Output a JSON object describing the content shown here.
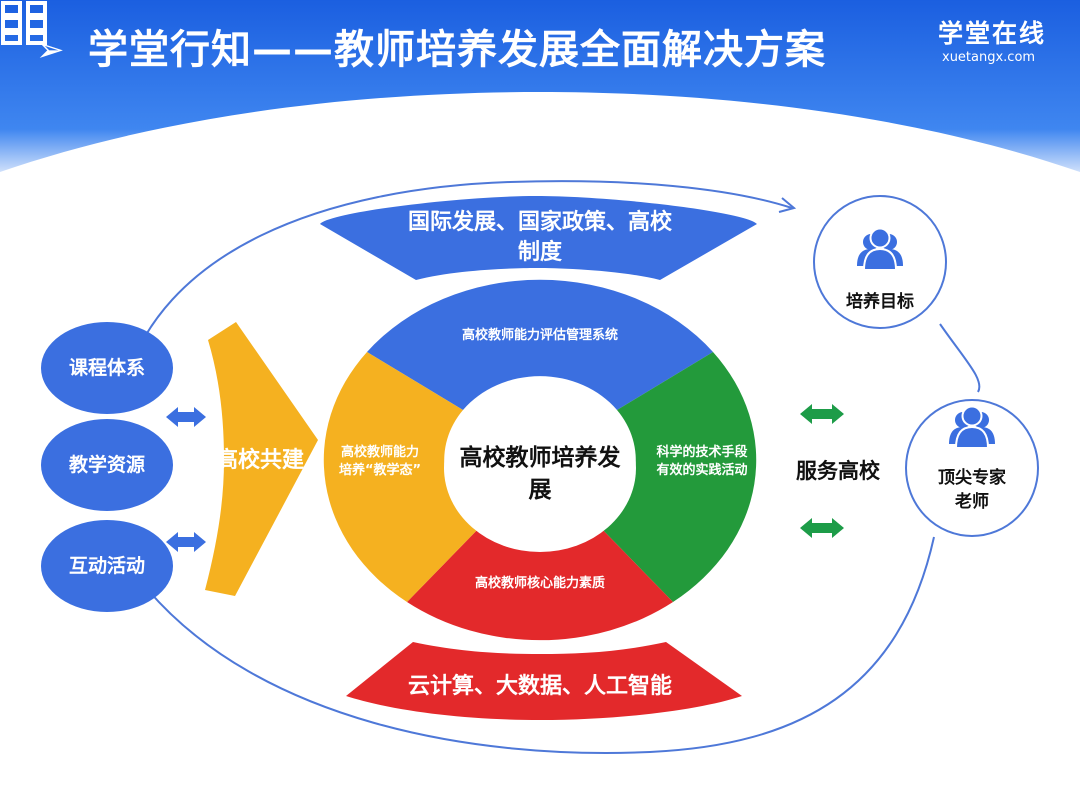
{
  "header": {
    "arrow": "➢",
    "title": "学堂行知——教师培养发展全面解决方案",
    "logo_name": "学堂在线",
    "logo_url": "xuetangx.com"
  },
  "top_banner": {
    "line1": "国际发展、国家政策、高校",
    "line2": "制度"
  },
  "bottom_banner": {
    "text": "云计算、大数据、人工智能"
  },
  "left_items": [
    "课程体系",
    "教学资源",
    "互动活动"
  ],
  "left_chevron": {
    "text": "高校共建"
  },
  "ring": {
    "center_line1": "高校教师培养发",
    "center_line2": "展",
    "top": "高校教师能力评估管理系统",
    "left_line1": "高校教师能力",
    "left_line2": "培养“教学态”",
    "right_line1": "科学的技术手段",
    "right_line2": "有效的实践活动",
    "bottom": "高校教师核心能力素质"
  },
  "service": {
    "text": "服务高校"
  },
  "right_nodes": [
    {
      "label_line1": "培养目标",
      "label_line2": ""
    },
    {
      "label_line1": "顶尖专家",
      "label_line2": "老师"
    }
  ],
  "colors": {
    "blue": "#3b6fe0",
    "orange": "#f5b120",
    "green": "#239a3b",
    "red": "#e3292b",
    "header_blue": "#1f67e6",
    "outline": "#4e78d8",
    "green_arrow": "#1d9c48"
  },
  "icons": [
    "person-group-icon",
    "person-group-icon"
  ]
}
